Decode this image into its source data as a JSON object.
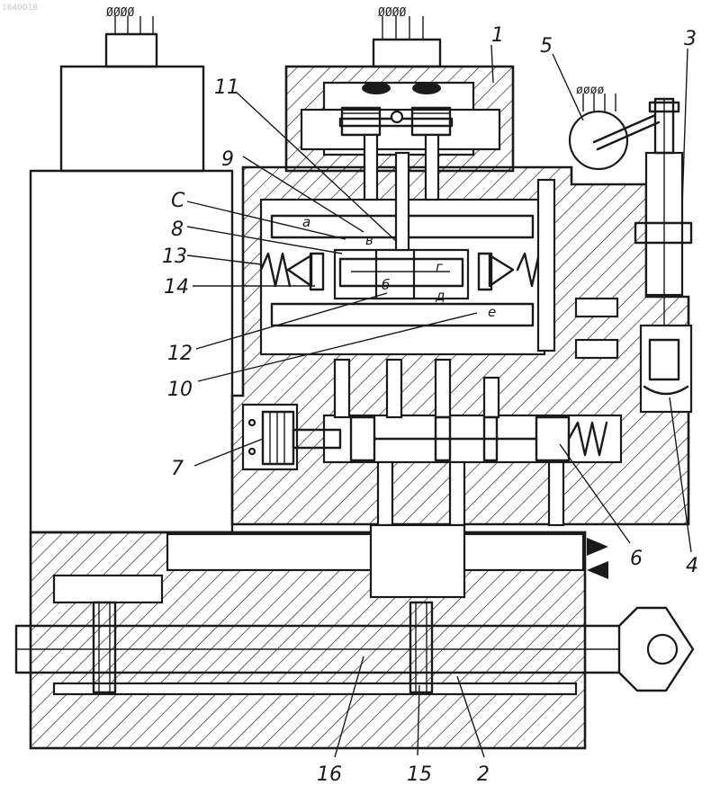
{
  "watermark": "1640018",
  "terminals": {
    "left_block": "ØØØØ",
    "top_block": "ØØØØ",
    "sensor_5": "øøøø"
  },
  "callouts": {
    "c1": "1",
    "c2": "2",
    "c3": "3",
    "c4": "4",
    "c5": "5",
    "c6": "6",
    "c7": "7",
    "c8": "8",
    "c9": "9",
    "c10": "10",
    "c11": "11",
    "c12": "12",
    "c13": "13",
    "c14": "14",
    "c15": "15",
    "c16": "16",
    "cC": "C"
  },
  "chamber_letters": {
    "a": "а",
    "b": "б",
    "v": "в",
    "g": "г",
    "d": "д",
    "e": "е"
  },
  "colors": {
    "ink": "#1a1a1a",
    "paper": "#ffffff",
    "watermark": "#c8c8c8"
  }
}
